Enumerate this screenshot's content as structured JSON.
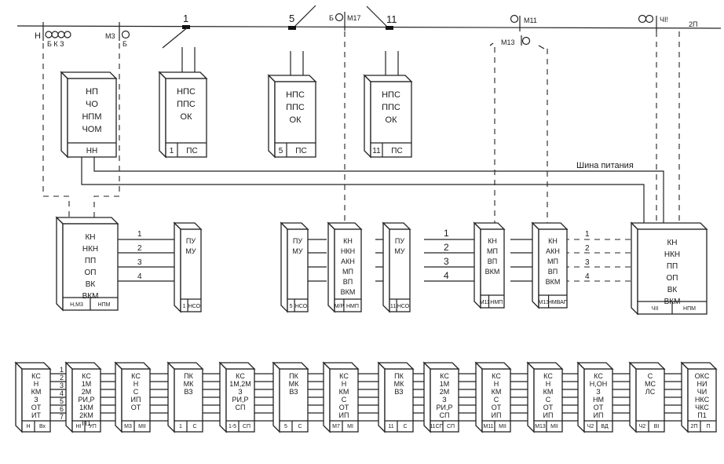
{
  "diagram": {
    "bus_label": "Шина питания",
    "top_line": {
      "signals": [
        {
          "id": "sig-n",
          "label": "Н",
          "lamps": "Б К З"
        },
        {
          "id": "sig-m3",
          "label": "М3",
          "lamps": "Б"
        },
        {
          "id": "sig-m17",
          "label": "М17",
          "lamps": "Б"
        },
        {
          "id": "sig-m11",
          "label": "М11",
          "lamps": ""
        },
        {
          "id": "sig-m13",
          "label": "М13",
          "lamps": ""
        },
        {
          "id": "sig-ch",
          "label": "ЧI!",
          "lamps": ""
        },
        {
          "id": "sig-2p",
          "label": "2П",
          "lamps": ""
        }
      ],
      "switches": [
        "1",
        "5",
        "11"
      ]
    },
    "top_boxes": [
      {
        "lines": [
          "НП",
          "ЧО",
          "НПМ",
          "ЧОМ"
        ],
        "foot": [
          "НН"
        ]
      },
      {
        "lines": [
          "НПС",
          "ППС",
          "ОК"
        ],
        "foot": [
          "1",
          "ПС"
        ]
      },
      {
        "lines": [
          "НПС",
          "ППС",
          "ОК"
        ],
        "foot": [
          "5",
          "ПС"
        ]
      },
      {
        "lines": [
          "НПС",
          "ППС",
          "ОК"
        ],
        "foot": [
          "11",
          "ПС"
        ]
      }
    ],
    "mid_boxes": [
      {
        "lines": [
          "КН",
          "НКН",
          "ПП",
          "ОП",
          "ВК",
          "ВКМ"
        ],
        "foot": [
          "Н,М3",
          "НПМ"
        ]
      },
      {
        "lines": [
          "ПУ",
          "МУ"
        ],
        "foot": [
          "1",
          "НСО"
        ]
      },
      {
        "lines": [
          "ПУ",
          "МУ"
        ],
        "foot": [
          "5",
          "НСО"
        ]
      },
      {
        "lines": [
          "КН",
          "НКН",
          "АКН",
          "МП",
          "ВП",
          "ВКМ"
        ],
        "foot": [
          "М/Р",
          "НМП"
        ]
      },
      {
        "lines": [
          "ПУ",
          "МУ"
        ],
        "foot": [
          "11",
          "НСО"
        ]
      },
      {
        "lines": [
          "КН",
          "МП",
          "ВП",
          "ВКМ"
        ],
        "foot": [
          "М11",
          "НМП"
        ]
      },
      {
        "lines": [
          "КН",
          "АКН",
          "МП",
          "ВП",
          "ВКМ"
        ],
        "foot": [
          "М13",
          "НМВАП"
        ]
      },
      {
        "lines": [
          "КН",
          "НКН",
          "ПП",
          "ОП",
          "ВК",
          "ВКМ"
        ],
        "foot": [
          "ЧII",
          "НПМ"
        ]
      }
    ],
    "wire_numbers_left": [
      "1",
      "2",
      "3",
      "4"
    ],
    "wire_numbers_mid": [
      "1",
      "2",
      "3",
      "4"
    ],
    "wire_numbers_right": [
      "1",
      "2",
      "3",
      "4"
    ],
    "bottom_wire_numbers": [
      "1",
      "2",
      "3",
      "4",
      "5",
      "6",
      "7"
    ],
    "bottom_boxes": [
      {
        "lines": [
          "КС",
          "Н",
          "КМ",
          "З",
          "ОТ",
          "ИТ"
        ],
        "foot": [
          "Н",
          "Вх"
        ]
      },
      {
        "lines": [
          "КС",
          "1М",
          "2М",
          "РИ,Р",
          "1КМ",
          "2КМ",
          "П1"
        ],
        "foot": [
          "НI",
          "УП"
        ]
      },
      {
        "lines": [
          "КС",
          "Н",
          "С",
          "ИП",
          "ОТ"
        ],
        "foot": [
          "М3",
          "МII"
        ]
      },
      {
        "lines": [
          "ПК",
          "МК",
          "ВЗ"
        ],
        "foot": [
          "1",
          "С"
        ]
      },
      {
        "lines": [
          "КС",
          "1М,2М",
          "З",
          "РИ,Р",
          "СП"
        ],
        "foot": [
          "1-5",
          "СП"
        ]
      },
      {
        "lines": [
          "ПК",
          "МК",
          "ВЗ"
        ],
        "foot": [
          "5",
          "С"
        ]
      },
      {
        "lines": [
          "КС",
          "Н",
          "КМ",
          "С",
          "ОТ",
          "ИП"
        ],
        "foot": [
          "М7",
          "МI"
        ]
      },
      {
        "lines": [
          "ПК",
          "МК",
          "ВЗ"
        ],
        "foot": [
          "11",
          "С"
        ]
      },
      {
        "lines": [
          "КС",
          "1М",
          "2М",
          "З",
          "РИ,Р",
          "СП"
        ],
        "foot": [
          "11СП",
          "СП"
        ]
      },
      {
        "lines": [
          "КС",
          "Н",
          "КМ",
          "С",
          "ОТ",
          "ИП"
        ],
        "foot": [
          "М11",
          "МII"
        ]
      },
      {
        "lines": [
          "КС",
          "Н",
          "КМ",
          "С",
          "ОТ",
          "ИП"
        ],
        "foot": [
          "М13",
          "МII"
        ]
      },
      {
        "lines": [
          "КС",
          "Н,ОН",
          "З",
          "НМ",
          "ОТ",
          "ИП"
        ],
        "foot": [
          "Ч2",
          "ВД"
        ]
      },
      {
        "lines": [
          "С",
          "МС",
          "ЛС"
        ],
        "foot": [
          "Ч2",
          "ВI"
        ]
      },
      {
        "lines": [
          "ОКС",
          "НИ",
          "ЧИ",
          "НКС",
          "ЧКС",
          "П1"
        ],
        "foot": [
          "2П",
          "П"
        ]
      }
    ]
  }
}
